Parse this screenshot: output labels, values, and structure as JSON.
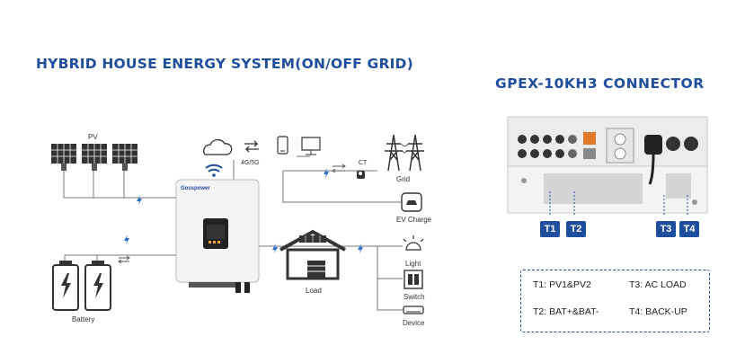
{
  "title": "HYBRID HOUSE ENERGY SYSTEM(ON/OFF GRID)",
  "right_title": "GPEX-10KH3   CONNECTOR",
  "labels": {
    "pv": "PV",
    "network": "4G/5G",
    "ct": "CT",
    "grid": "Grid",
    "ev": "EV Charge",
    "light": "Light",
    "switch": "Switch",
    "device": "Device",
    "load": "Load",
    "battery": "Battery",
    "inverter_brand": "Gosspower"
  },
  "tags": [
    "T1",
    "T2",
    "T3",
    "T4"
  ],
  "legend": {
    "t1": "T1: PV1&PV2",
    "t3": "T3: AC LOAD",
    "t2": "T2: BAT+&BAT-",
    "t4": "T4: BACK-UP"
  },
  "colors": {
    "accent": "#1f4e9c",
    "line": "#777777",
    "flow": "#2a6fc9"
  }
}
